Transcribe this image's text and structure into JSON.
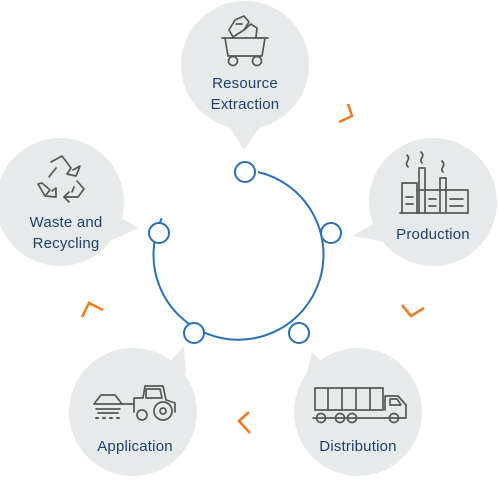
{
  "colors": {
    "bubble": "#e6eaea",
    "ring": "#2a6fb5",
    "text": "#1f3f6e",
    "icon": "#575757",
    "arrow": "#f07c22"
  },
  "nodes": [
    {
      "id": "resource-extraction",
      "icon": "mine-cart-icon",
      "lines": [
        "Resource",
        "Extraction"
      ]
    },
    {
      "id": "production",
      "icon": "factory-icon",
      "lines": [
        "Production"
      ]
    },
    {
      "id": "distribution",
      "icon": "truck-icon",
      "lines": [
        "Distribution"
      ]
    },
    {
      "id": "application",
      "icon": "tractor-icon",
      "lines": [
        "Application"
      ]
    },
    {
      "id": "waste-and-recycling",
      "icon": "recycle-icon",
      "lines": [
        "Waste and",
        "Recycling"
      ]
    }
  ]
}
